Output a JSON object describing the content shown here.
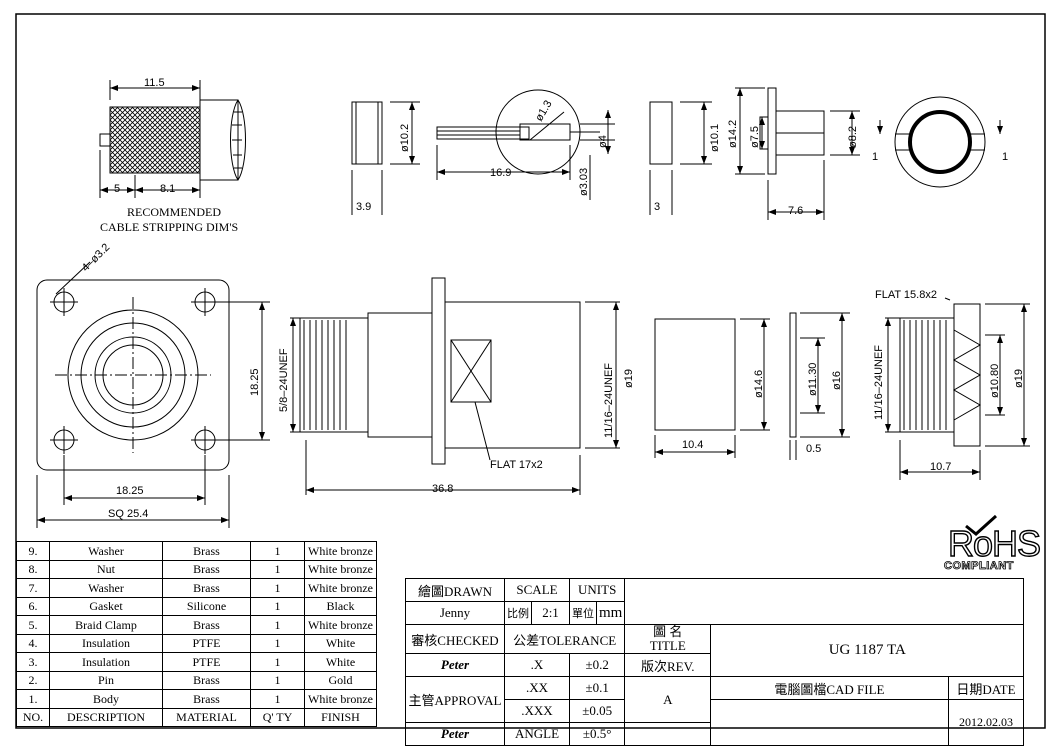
{
  "drawing": {
    "stripping": {
      "dim_total": "11.5",
      "dim_a": "5",
      "dim_b": "8.1",
      "caption_1": "RECOMMENDED",
      "caption_2": "CABLE STRIPPING DIM'S"
    },
    "washer_small": {
      "dia": "ø10.2",
      "thick": "3.9"
    },
    "pin": {
      "len": "16.9",
      "d1": "ø1.3",
      "d2": "ø4",
      "d3": "ø3.03"
    },
    "insulation_small": {
      "dia": "ø10.1",
      "thick": "3"
    },
    "braid_clamp": {
      "d1": "ø14.2",
      "d2": "ø7.5",
      "d3": "ø8.2",
      "len": "7.6"
    },
    "gasket_end": {
      "flat_l": "1",
      "flat_r": "1"
    },
    "flange": {
      "holes": "4–ø3.2",
      "spacing_v": "18.25",
      "spacing_h": "18.25",
      "square": "SQ 25.4"
    },
    "body": {
      "thread_l": "5/8–24UNEF",
      "thread_r": "11/16–24UNEF",
      "dia": "ø19",
      "flat": "FLAT 17x2",
      "len": "36.8"
    },
    "insulation_large": {
      "dia": "ø14.6",
      "len": "10.4"
    },
    "washer_large": {
      "d1": "ø11.30",
      "d2": "ø16",
      "thick": "0.5"
    },
    "nut": {
      "flat": "FLAT 15.8x2",
      "thread": "11/16–24UNEF",
      "d1": "ø10.80",
      "d2": "ø19",
      "len": "10.7"
    }
  },
  "bom": {
    "rows": [
      {
        "no": "9.",
        "desc": "Washer",
        "mat": "Brass",
        "qty": "1",
        "finish": "White bronze"
      },
      {
        "no": "8.",
        "desc": "Nut",
        "mat": "Brass",
        "qty": "1",
        "finish": "White bronze"
      },
      {
        "no": "7.",
        "desc": "Washer",
        "mat": "Brass",
        "qty": "1",
        "finish": "White bronze"
      },
      {
        "no": "6.",
        "desc": "Gasket",
        "mat": "Silicone",
        "qty": "1",
        "finish": "Black"
      },
      {
        "no": "5.",
        "desc": "Braid Clamp",
        "mat": "Brass",
        "qty": "1",
        "finish": "White bronze"
      },
      {
        "no": "4.",
        "desc": "Insulation",
        "mat": "PTFE",
        "qty": "1",
        "finish": "White"
      },
      {
        "no": "3.",
        "desc": "Insulation",
        "mat": "PTFE",
        "qty": "1",
        "finish": "White"
      },
      {
        "no": "2.",
        "desc": "Pin",
        "mat": "Brass",
        "qty": "1",
        "finish": "Gold"
      },
      {
        "no": "1.",
        "desc": "Body",
        "mat": "Brass",
        "qty": "1",
        "finish": "White bronze"
      }
    ],
    "header": {
      "no": "NO.",
      "desc": "DESCRIPTION",
      "mat": "MATERIAL",
      "qty": "Q' TY",
      "finish": "FINISH"
    }
  },
  "title_block": {
    "drawn_label": "繪圖DRAWN",
    "drawn_by": "Jenny",
    "scale_label": "SCALE",
    "scale_cn": "比例",
    "scale_value": "2:1",
    "units_label": "UNITS",
    "units_cn": "單位",
    "units_value": "mm",
    "checked_label": "審核CHECKED",
    "checked_by": "Peter",
    "tolerance_label": "公差TOLERANCE",
    "tol_x": ".X",
    "tol_x_val": "±0.2",
    "tol_xx": ".XX",
    "tol_xx_val": "±0.1",
    "tol_xxx": ".XXX",
    "tol_xxx_val": "±0.05",
    "angle": "ANGLE",
    "angle_val": "±0.5°",
    "approval_label": "主管APPROVAL",
    "approved_by": "Peter",
    "title_cn": "圖  名",
    "title_label": "TITLE",
    "title_value": "UG 1187 TA",
    "rev_label": "版次REV.",
    "rev_value": "A",
    "cad_label": "電腦圖檔CAD FILE",
    "date_label": "日期DATE",
    "date_value": "2012.02.03"
  },
  "rohs": {
    "big": "RoHS",
    "small": "COMPLIANT"
  }
}
